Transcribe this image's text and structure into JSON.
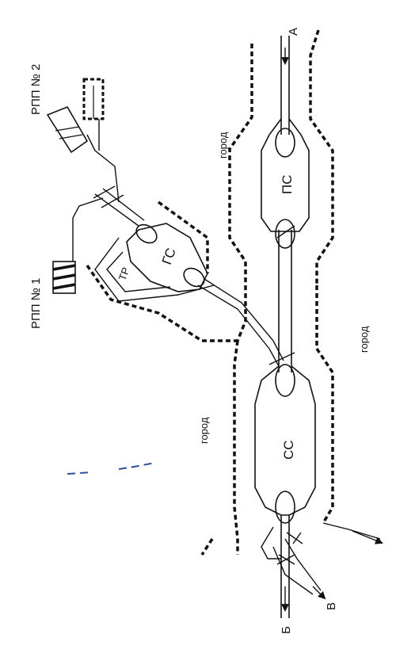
{
  "labels": {
    "A": "А",
    "B": "Б",
    "V": "В",
    "city_top": "город",
    "city_right": "город",
    "city_left": "город",
    "ps": "ПС",
    "gs": "ГС",
    "ss": "СС",
    "tr": "ТР",
    "rpp1": "РПП № 1",
    "rpp2": "РПП № 2"
  },
  "colors": {
    "ink": "#111111",
    "background": "#ffffff",
    "scribble": "#2a4d9c"
  }
}
